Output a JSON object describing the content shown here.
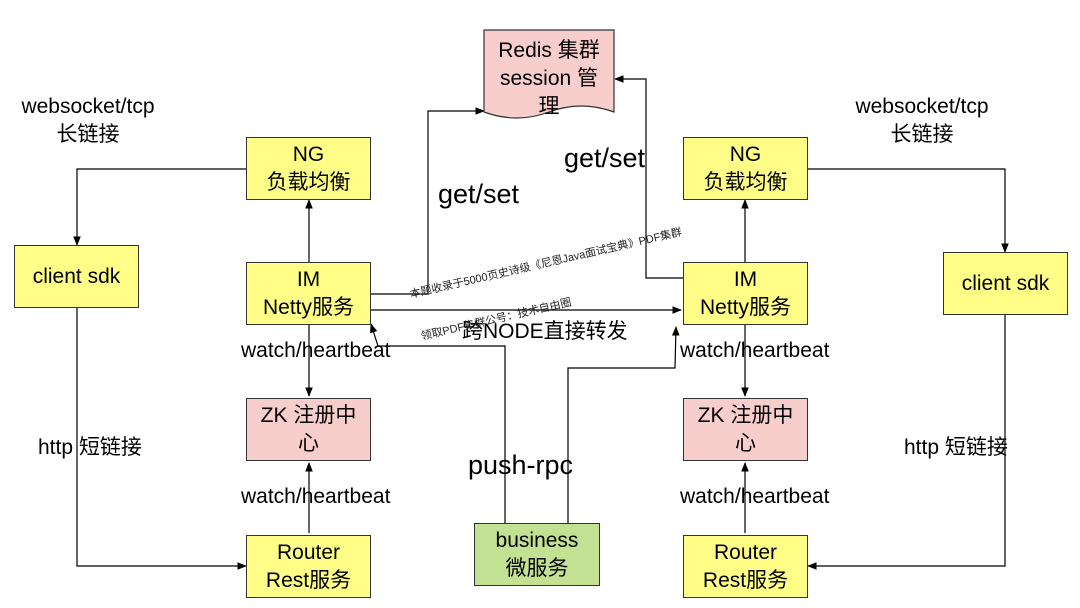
{
  "nodes": {
    "redis": {
      "line1": "Redis 集群",
      "line2": "session 管",
      "line3": "理",
      "color": "#f8cecc"
    },
    "ng_left": {
      "line1": "NG",
      "line2": "负载均衡",
      "color": "#ffff88"
    },
    "ng_right": {
      "line1": "NG",
      "line2": "负载均衡",
      "color": "#ffff88"
    },
    "client_left": {
      "line1": "client sdk",
      "color": "#ffff88"
    },
    "client_right": {
      "line1": "client sdk",
      "color": "#ffff88"
    },
    "im_left": {
      "line1": "IM",
      "line2": "Netty服务",
      "color": "#ffff88"
    },
    "im_right": {
      "line1": "IM",
      "line2": "Netty服务",
      "color": "#ffff88"
    },
    "zk_left": {
      "line1": "ZK 注册中",
      "line2": "心",
      "color": "#f8cecc"
    },
    "zk_right": {
      "line1": "ZK 注册中",
      "line2": "心",
      "color": "#f8cecc"
    },
    "router_left": {
      "line1": "Router",
      "line2": "Rest服务",
      "color": "#ffff88"
    },
    "router_right": {
      "line1": "Router",
      "line2": "Rest服务",
      "color": "#ffff88"
    },
    "business": {
      "line1": "business",
      "line2": "微服务",
      "color": "#c3e193"
    }
  },
  "labels": {
    "ws_left_1": "websocket/tcp",
    "ws_left_2": "长链接",
    "ws_right_1": "websocket/tcp",
    "ws_right_2": "长链接",
    "getset_left": "get/set",
    "getset_right": "get/set",
    "cross_node": "跨NODE直接转发",
    "watch_left_top": "watch/heartbeat",
    "watch_right_top": "watch/heartbeat",
    "watch_left_bottom": "watch/heartbeat",
    "watch_right_bottom": "watch/heartbeat",
    "http_left": "http 短链接",
    "http_right": "http 短链接",
    "push_rpc": "push-rpc"
  },
  "watermarks": {
    "line1": "本题收录于5000页史诗级《尼恩Java面试宝典》PDF集群",
    "line2": "领取PDF集群公号：技术自由圈"
  }
}
